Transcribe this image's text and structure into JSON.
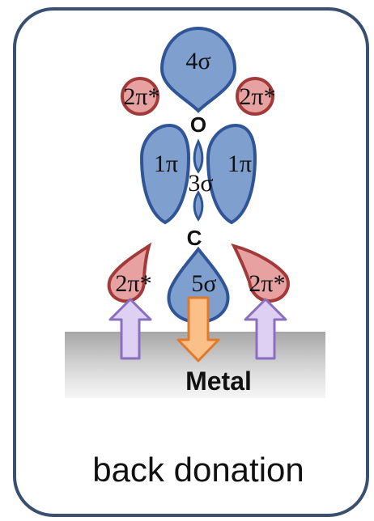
{
  "colors": {
    "frame_border": "#3a5070",
    "blue_fill": "#7f9fce",
    "blue_stroke": "#2f5597",
    "red_fill": "#e8a1a1",
    "red_stroke": "#a33a3a",
    "purple_fill": "#ddd0f2",
    "purple_stroke": "#8a6fc0",
    "orange_fill": "#fbc088",
    "orange_stroke": "#e07a2a"
  },
  "labels": {
    "sigma4": "4σ",
    "pi2_star": "2π*",
    "atom_o": "O",
    "pi1": "1π",
    "sigma3": "3σ",
    "atom_c": "C",
    "sigma5": "5σ",
    "metal": "Metal",
    "caption": "back donation"
  }
}
